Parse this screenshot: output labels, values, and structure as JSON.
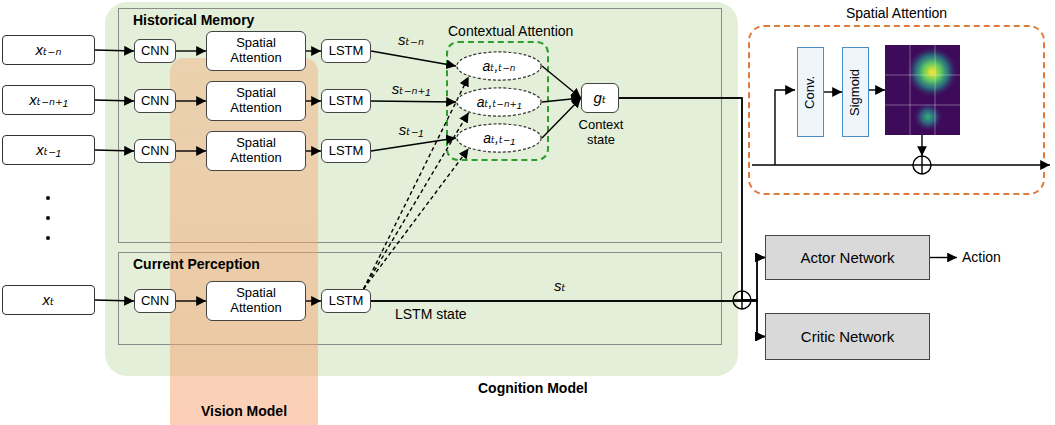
{
  "diagram": {
    "nodes": [
      {
        "text": [
          "Cognition Model"
        ]
      },
      {
        "text": [
          "Historical Memory"
        ],
        "in": 0
      },
      {
        "text": [
          "Contextual Attention"
        ],
        "in": 1
      },
      {
        "text": [
          "Current Perception"
        ],
        "in": 0
      },
      {
        "text": [
          "Vision Model"
        ]
      },
      {
        "text": [
          "xₜ₋ₙ"
        ]
      },
      {
        "text": [
          "xₜ₋ₙ₊₁"
        ]
      },
      {
        "text": [
          "xₜ₋₁"
        ]
      },
      {
        "text": [
          "xₜ"
        ]
      },
      {
        "text": [
          "CNN"
        ],
        "in": 1
      },
      {
        "text": [
          "CNN"
        ],
        "in": 1
      },
      {
        "text": [
          "CNN"
        ],
        "in": 1
      },
      {
        "text": [
          "CNN"
        ],
        "in": 3
      },
      {
        "text": [
          "Spatial Attention"
        ],
        "in": 1
      },
      {
        "text": [
          "Spatial Attention"
        ],
        "in": 1
      },
      {
        "text": [
          "Spatial Attention"
        ],
        "in": 1
      },
      {
        "text": [
          "Spatial Attention"
        ],
        "in": 3
      },
      {
        "text": [
          "LSTM"
        ],
        "in": 1
      },
      {
        "text": [
          "LSTM"
        ],
        "in": 1
      },
      {
        "text": [
          "LSTM"
        ],
        "in": 1
      },
      {
        "text": [
          "LSTM"
        ],
        "in": 3
      },
      {
        "text": [
          "aₜ,ₜ₋ₙ"
        ],
        "in": 2
      },
      {
        "text": [
          "aₜ,ₜ₋ₙ₊₁"
        ],
        "in": 2
      },
      {
        "text": [
          "aₜ,ₜ₋₁"
        ],
        "in": 2
      },
      {
        "text": [
          "gₜ",
          "Context state"
        ],
        "in": 1
      },
      {
        "text": [
          "Actor Network"
        ]
      },
      {
        "text": [
          "Critic Network"
        ]
      },
      {
        "text": [
          "Spatial Attention"
        ]
      },
      {
        "text": [
          "Conv."
        ],
        "in": 27
      },
      {
        "text": [
          "Sigmoid"
        ],
        "in": 27
      }
    ],
    "edges": [
      {
        "from": 5,
        "to": 9,
        "arrow": "to"
      },
      {
        "from": 6,
        "to": 10,
        "arrow": "to"
      },
      {
        "from": 7,
        "to": 11,
        "arrow": "to"
      },
      {
        "from": 8,
        "to": 12,
        "arrow": "to"
      },
      {
        "from": 9,
        "to": 13,
        "arrow": "to"
      },
      {
        "from": 10,
        "to": 14,
        "arrow": "to"
      },
      {
        "from": 11,
        "to": 15,
        "arrow": "to"
      },
      {
        "from": 12,
        "to": 16,
        "arrow": "to"
      },
      {
        "from": 13,
        "to": 17,
        "arrow": "to"
      },
      {
        "from": 14,
        "to": 18,
        "arrow": "to"
      },
      {
        "from": 15,
        "to": 19,
        "arrow": "to"
      },
      {
        "from": 16,
        "to": 20,
        "arrow": "to"
      },
      {
        "from": 17,
        "to": 21,
        "label": "sₜ₋ₙ",
        "arrow": "to"
      },
      {
        "from": 18,
        "to": 22,
        "label": "sₜ₋ₙ₊₁",
        "arrow": "to"
      },
      {
        "from": 19,
        "to": 23,
        "label": "sₜ₋₁",
        "arrow": "to"
      },
      {
        "from": 20,
        "to": 21,
        "arrow": "to"
      },
      {
        "from": 20,
        "to": 22,
        "arrow": "to"
      },
      {
        "from": 20,
        "to": 23,
        "arrow": "to"
      },
      {
        "from": 21,
        "to": 24,
        "arrow": "to"
      },
      {
        "from": 22,
        "to": 24,
        "arrow": "to"
      },
      {
        "from": 23,
        "to": 24,
        "arrow": "to"
      },
      {
        "from": 24,
        "to": 25,
        "arrow": "to"
      },
      {
        "from": 24,
        "to": 26,
        "arrow": "to"
      },
      {
        "from": 20,
        "to": 25,
        "label": "sₜ",
        "arrow": "to"
      },
      {
        "from": 20,
        "to": 26,
        "arrow": "to"
      },
      {
        "from": 28,
        "to": 29,
        "arrow": "to"
      }
    ],
    "labels": [
      "LSTM state",
      "Action"
    ]
  }
}
